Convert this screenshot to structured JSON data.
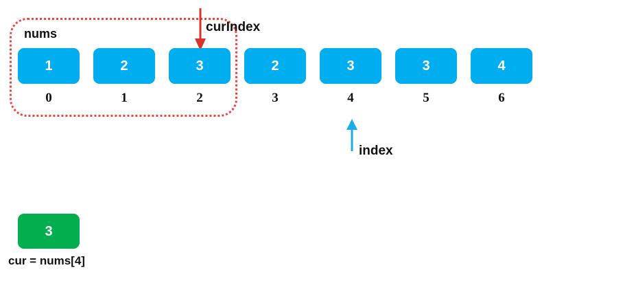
{
  "colors": {
    "cell_fill": "#00AEEF",
    "cell_text": "#ffffff",
    "current_fill": "#03AE4E",
    "current_text": "#ffffff",
    "highlight_border": "#f0453c",
    "curindex_arrow": "#d9342b",
    "index_arrow": "#1aaee8",
    "label_text": "#111111",
    "background": "#ffffff"
  },
  "array": {
    "name_label": "nums",
    "cells": [
      {
        "value": "1",
        "index": "0"
      },
      {
        "value": "2",
        "index": "1"
      },
      {
        "value": "3",
        "index": "2"
      },
      {
        "value": "2",
        "index": "3"
      },
      {
        "value": "3",
        "index": "4"
      },
      {
        "value": "3",
        "index": "5"
      },
      {
        "value": "4",
        "index": "6"
      }
    ]
  },
  "pointers": {
    "curindex": {
      "label": "curIndex",
      "icon": "arrow-down-icon",
      "target_index": "2"
    },
    "index": {
      "label": "index",
      "icon": "arrow-up-icon",
      "target_index": "4"
    }
  },
  "highlight": {
    "name": "curindex-window",
    "covers_indices": "0-2"
  },
  "current_value": {
    "value": "3",
    "caption": "cur = nums[4]"
  }
}
